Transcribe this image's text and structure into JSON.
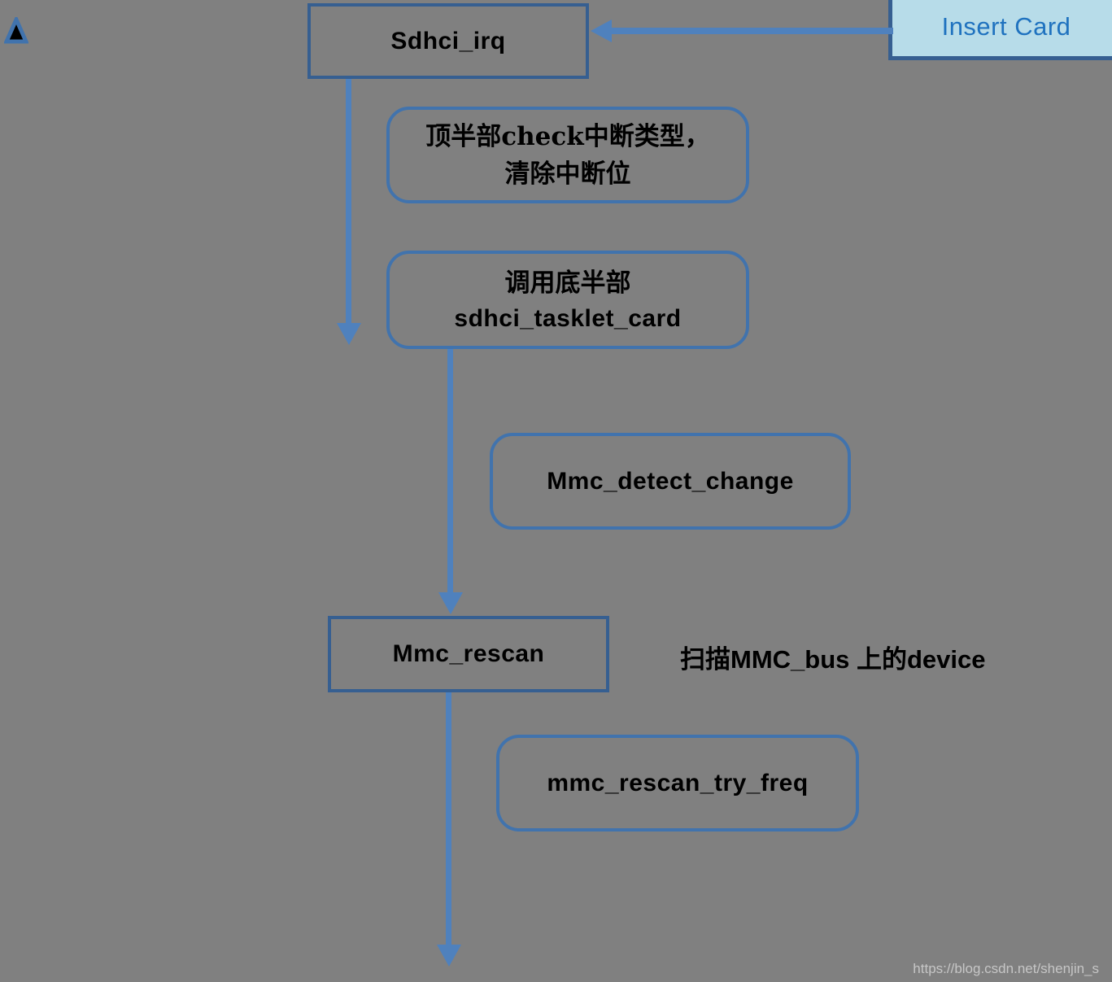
{
  "diagram": {
    "nodes": {
      "sdhci_irq": {
        "label": "Sdhci_irq"
      },
      "insert_card": {
        "label": "Insert Card"
      },
      "irq_top_half": {
        "line1": "顶半部check中断类型，",
        "line2": "清除中断位"
      },
      "tasklet": {
        "line1": "调用底半部",
        "line2": "sdhci_tasklet_card"
      },
      "mmc_detect_change": {
        "label": "Mmc_detect_change"
      },
      "mmc_rescan": {
        "label": "Mmc_rescan"
      },
      "mmc_rescan_try_freq": {
        "label": "mmc_rescan_try_freq"
      }
    },
    "annotations": {
      "scan_note": "扫描MMC_bus 上的device"
    },
    "watermark": "https://blog.csdn.net/shenjin_s",
    "colors": {
      "background": "#808080",
      "rect_border": "#365F91",
      "rounded_border": "#4173AD",
      "arrow": "#4F81BD",
      "insert_card_fill": "#B7DCE9",
      "insert_card_text": "#1F72BF",
      "node_text": "#000000",
      "watermark_text": "#C6C6C6"
    }
  }
}
